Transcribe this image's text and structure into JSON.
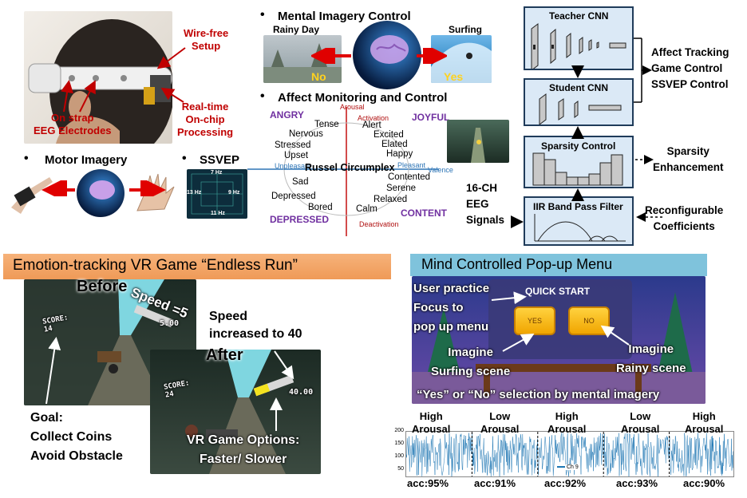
{
  "headset": {
    "wire_free": "Wire-free\nSetup",
    "realtime": "Real-time\nOn-chip\nProcessing",
    "electrodes": "On strap\nEEG Electrodes"
  },
  "mental_imagery": {
    "title": "Mental Imagery Control",
    "rainy_label": "Rainy Day",
    "surfing_label": "Surfing",
    "no_text": "No",
    "yes_text": "Yes"
  },
  "affect": {
    "title": "Affect Monitoring and Control",
    "axis_arousal": "Arousal",
    "activation": "Activation",
    "deactivation": "Deactivation",
    "unpleasant": "Unpleasant",
    "pleasant": "Pleasant",
    "valence": "Valence",
    "circumplex": "Russel Circumplex",
    "angry": "ANGRY",
    "joyful": "JOYFUL",
    "depressed": "DEPRESSED",
    "content": "CONTENT",
    "words": {
      "tense": "Tense",
      "alert": "Alert",
      "nervous": "Nervous",
      "excited": "Excited",
      "elated": "Elated",
      "stressed": "Stressed",
      "happy": "Happy",
      "upset": "Upset",
      "contented": "Contented",
      "sad": "Sad",
      "serene": "Serene",
      "depressed": "Depressed",
      "relaxed": "Relaxed",
      "bored": "Bored",
      "calm": "Calm"
    }
  },
  "motor": {
    "motor_label": "Motor Imagery",
    "ssvep_label": "SSVEP",
    "freqs": {
      "top": "7 Hz",
      "left": "13 Hz",
      "right": "9 Hz",
      "bottom": "11 Hz"
    }
  },
  "pipeline": {
    "teacher": "Teacher CNN",
    "student": "Student CNN",
    "sparsity": "Sparsity Control",
    "iir": "IIR Band Pass Filter",
    "input": "16-CH\nEEG\nSignals",
    "outputs": "Affect Tracking\nGame Control\nSSVEP Control",
    "sparsity_out": "Sparsity\nEnhancement",
    "coeffs": "Reconfigurable\nCoefficients"
  },
  "vr_game": {
    "banner": "Emotion-tracking VR Game “Endless Run”",
    "before": "Before",
    "after": "After",
    "speed5": "Speed =5",
    "speed_inc": "Speed\nincreased to 40",
    "score1": "SCORE:\n14",
    "score2": "SCORE:\n24",
    "speedval1": "5.00",
    "speedval2": "40.00",
    "goal": "Goal:\nCollect Coins\nAvoid Obstacle",
    "options": "VR Game Options:\nFaster/ Slower"
  },
  "menu": {
    "banner": "Mind Controlled Pop-up Menu",
    "user_practice": "User practice\nFocus to\npop up menu",
    "quick_start": "QUICK START",
    "yes_btn": "YES",
    "no_btn": "NO",
    "imagine_surf": "Imagine\nSurfing scene",
    "imagine_rain": "Imagine\nRainy scene",
    "caption": "“Yes” or “No” selection by mental imagery"
  },
  "eeg_plot": {
    "segments": [
      {
        "label": "High\nArousal",
        "acc": "acc:95%"
      },
      {
        "label": "Low\nArousal",
        "acc": "acc:91%"
      },
      {
        "label": "High\nArousal",
        "acc": "acc:92%"
      },
      {
        "label": "Low\nArousal",
        "acc": "acc:93%"
      },
      {
        "label": "High\nArousal",
        "acc": "acc:90%"
      }
    ],
    "yticks": [
      "200",
      "150",
      "100",
      "50"
    ],
    "legend": "Ch 9"
  }
}
